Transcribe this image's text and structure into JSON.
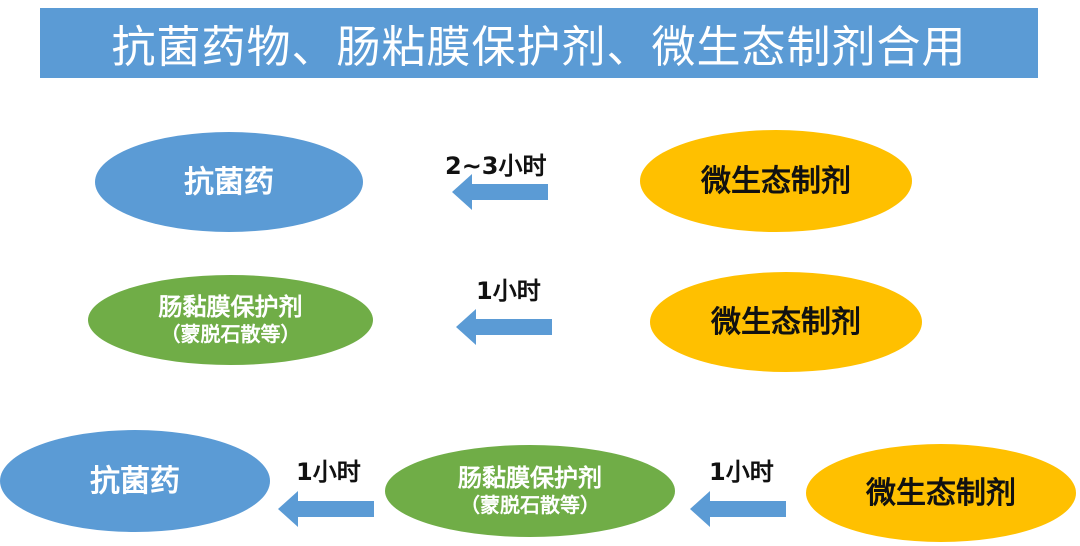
{
  "title": "抗菌药物、肠粘膜保护剂、微生态制剂合用",
  "colors": {
    "title_bg": "#5b9bd5",
    "antibiotic": "#5b9bd5",
    "probiotic": "#ffc000",
    "mucosal": "#70ad47",
    "arrow": "#5b9bd5"
  },
  "rows": [
    {
      "left": {
        "label": "抗菌药"
      },
      "interval": "2~3小时",
      "right": {
        "label": "微生态制剂"
      }
    },
    {
      "left": {
        "label": "肠黏膜保护剂",
        "sub": "（蒙脱石散等）"
      },
      "interval": "1小时",
      "right": {
        "label": "微生态制剂"
      }
    },
    {
      "left": {
        "label": "抗菌药"
      },
      "interval_1": "1小时",
      "middle": {
        "label": "肠黏膜保护剂",
        "sub": "（蒙脱石散等）"
      },
      "interval_2": "1小时",
      "right": {
        "label": "微生态制剂"
      }
    }
  ]
}
